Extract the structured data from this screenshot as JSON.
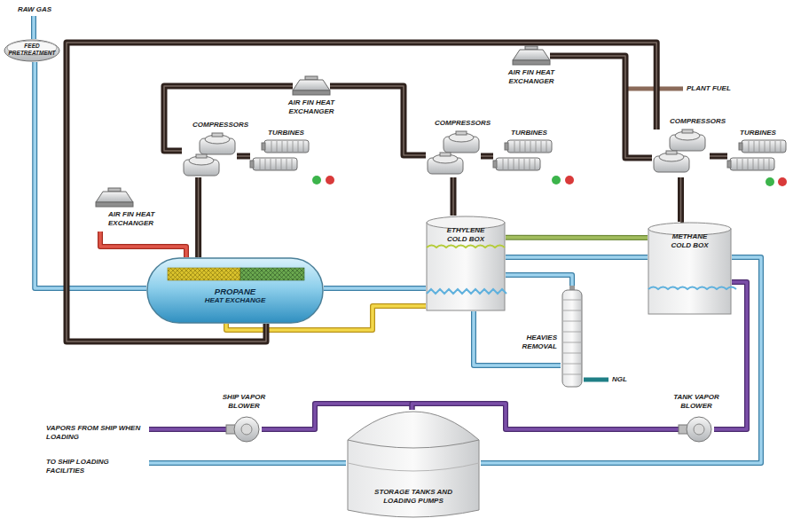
{
  "diagram": {
    "nodes": [
      {
        "text": [
          "FEED PRETREATMENT"
        ]
      },
      {
        "text": [
          "AIR FIN HEAT EXCHANGER"
        ]
      },
      {
        "text": [
          "AIR FIN HEAT EXCHANGER"
        ]
      },
      {
        "text": [
          "COMPRESSORS"
        ]
      },
      {
        "text": [
          "TURBINES"
        ]
      },
      {
        "text": [
          "COMPRESSORS"
        ]
      },
      {
        "text": [
          "TURBINES"
        ]
      },
      {
        "text": [
          "COMPRESSORS"
        ]
      },
      {
        "text": [
          "TURBINES"
        ]
      },
      {
        "text": [
          "AIR FIN HEAT EXCHANGER"
        ]
      },
      {
        "text": [
          "PROPANE",
          "HEAT EXCHANGE"
        ]
      },
      {
        "text": [
          "ETHYLENE",
          "COLD BOX"
        ]
      },
      {
        "text": [
          "METHANE",
          "COLD BOX"
        ]
      },
      {
        "text": [
          "HEAVIES REMOVAL"
        ]
      },
      {
        "text": [
          "SHIP VAPOR BLOWER"
        ]
      },
      {
        "text": [
          "TANK VAPOR BLOWER"
        ]
      },
      {
        "text": [
          "STORAGE TANKS AND LOADING PUMPS"
        ]
      }
    ],
    "edges": [
      {
        "from": 0,
        "to": 10,
        "arrow": "none"
      },
      {
        "from": 10,
        "to": 11,
        "arrow": "none"
      },
      {
        "from": 11,
        "to": 13,
        "arrow": "none"
      },
      {
        "from": 13,
        "to": 11,
        "arrow": "none"
      },
      {
        "from": 11,
        "to": 12,
        "arrow": "none"
      },
      {
        "from": 11,
        "to": 12,
        "arrow": "none"
      },
      {
        "from": 12,
        "to": 16,
        "arrow": "none"
      },
      {
        "from": 14,
        "to": 16,
        "arrow": "none"
      },
      {
        "from": 16,
        "to": 15,
        "arrow": "none"
      },
      {
        "from": 15,
        "to": 12,
        "arrow": "none"
      },
      {
        "from": 3,
        "to": 10,
        "arrow": "none"
      },
      {
        "from": 9,
        "to": 10,
        "arrow": "none"
      },
      {
        "from": 10,
        "to": 11,
        "arrow": "none"
      },
      {
        "from": 2,
        "to": 3,
        "arrow": "none"
      },
      {
        "from": 2,
        "to": 5,
        "arrow": "none"
      },
      {
        "from": 5,
        "to": 11,
        "arrow": "none"
      },
      {
        "from": 1,
        "to": 7,
        "arrow": "none"
      },
      {
        "from": 7,
        "to": 12,
        "arrow": "none"
      },
      {
        "from": 7,
        "to": 10,
        "arrow": "none"
      },
      {
        "from": 3,
        "to": 4,
        "arrow": "none"
      },
      {
        "from": 5,
        "to": 6,
        "arrow": "none"
      },
      {
        "from": 7,
        "to": 8,
        "arrow": "none"
      }
    ],
    "labels": [
      "RAW GAS",
      "PLANT FUEL",
      "NGL",
      "VAPORS FROM SHIP WHEN LOADING",
      "TO SHIP LOADING FACILITIES"
    ]
  }
}
